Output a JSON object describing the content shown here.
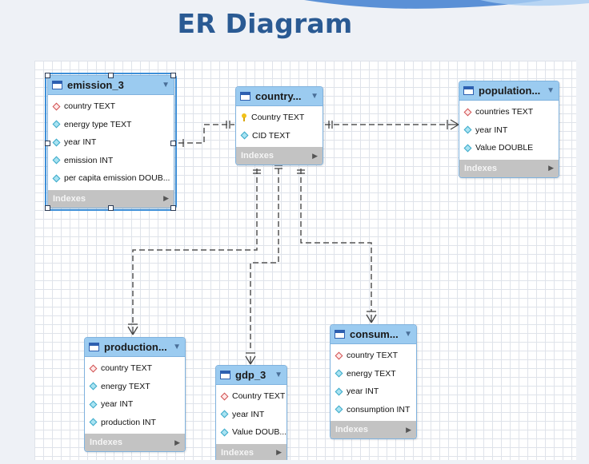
{
  "page": {
    "title": "ER Diagram"
  },
  "tables": {
    "emission_3": {
      "name": "emission_3",
      "columns": [
        "country TEXT",
        "energy type TEXT",
        "year INT",
        "emission INT",
        "per capita emission DOUB..."
      ],
      "indexes_label": "Indexes"
    },
    "country": {
      "name": "country...",
      "columns": [
        "Country TEXT",
        "CID TEXT"
      ],
      "indexes_label": "Indexes"
    },
    "population": {
      "name": "population...",
      "columns": [
        "countries TEXT",
        "year INT",
        "Value DOUBLE"
      ],
      "indexes_label": "Indexes"
    },
    "production": {
      "name": "production...",
      "columns": [
        "country TEXT",
        "energy TEXT",
        "year INT",
        "production INT"
      ],
      "indexes_label": "Indexes"
    },
    "gdp_3": {
      "name": "gdp_3",
      "columns": [
        "Country TEXT",
        "year INT",
        "Value DOUB..."
      ],
      "indexes_label": "Indexes"
    },
    "consumption": {
      "name": "consum...",
      "columns": [
        "country TEXT",
        "energy TEXT",
        "year INT",
        "consumption INT"
      ],
      "indexes_label": "Indexes"
    }
  },
  "colors": {
    "header": "#9bcbf0",
    "title": "#2a5a93",
    "footer": "#c3c3c3"
  }
}
